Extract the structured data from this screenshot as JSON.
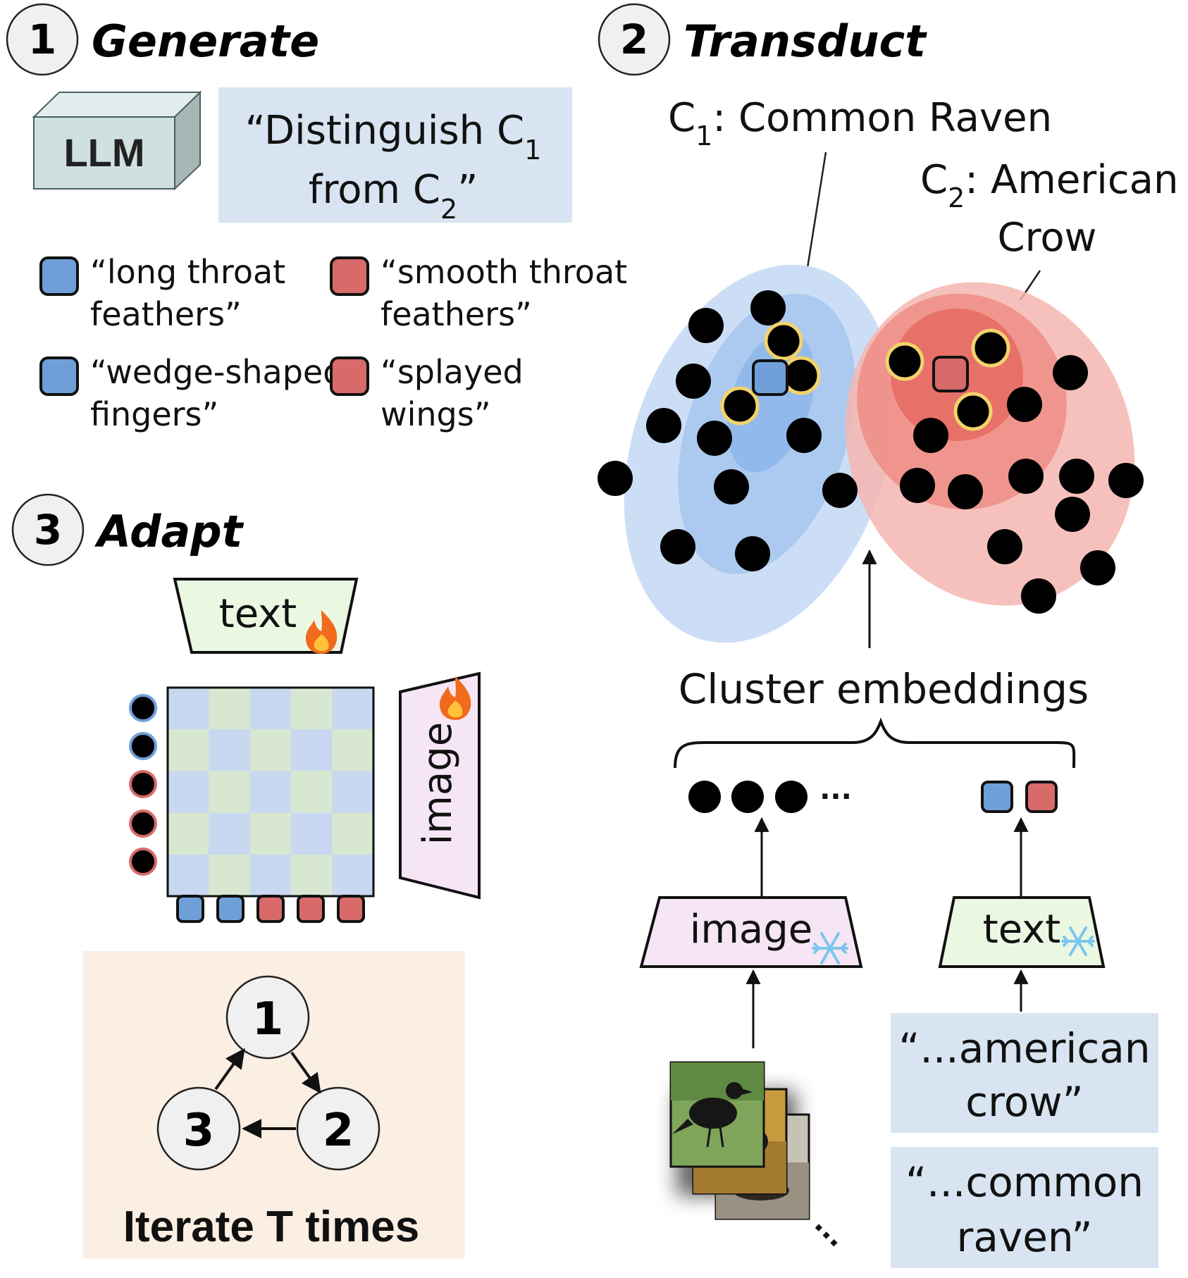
{
  "sections": {
    "generate": {
      "number": "1",
      "title": "Generate"
    },
    "transduct": {
      "number": "2",
      "title": "Transduct"
    },
    "adapt": {
      "number": "3",
      "title": "Adapt"
    }
  },
  "llm": {
    "label": "LLM"
  },
  "prompt": {
    "line1": "“Distinguish C",
    "line1_sub": "1",
    "line2": "from C",
    "line2_sub": "2",
    "line2_end": "”"
  },
  "attributes": [
    {
      "class": "c1",
      "line1": "“long throat",
      "line2": "feathers”"
    },
    {
      "class": "c2",
      "line1": "“smooth throat",
      "line2": "feathers”"
    },
    {
      "class": "c1",
      "line1": "“wedge-shaped",
      "line2": "fingers”"
    },
    {
      "class": "c2",
      "line1": "“splayed",
      "line2": "wings”"
    }
  ],
  "class_labels": {
    "c1": {
      "prefix": "C",
      "sub": "1",
      "text": ": Common Raven"
    },
    "c2": {
      "prefix": "C",
      "sub": "2",
      "text": ": American",
      "text2": "Crow"
    }
  },
  "cluster_embeddings": {
    "label": "Cluster embeddings",
    "ellipsis": "..."
  },
  "encoders": {
    "image": {
      "label": "image",
      "state": "frozen",
      "icon": "snowflake-icon"
    },
    "text": {
      "label": "text",
      "state": "frozen",
      "icon": "snowflake-icon"
    },
    "adapt_text": {
      "label": "text",
      "state": "trainable",
      "icon": "fire-icon"
    },
    "adapt_image": {
      "label": "image",
      "state": "trainable",
      "icon": "fire-icon"
    }
  },
  "text_prompts": [
    {
      "line1": "“...american",
      "line2": "crow”"
    },
    {
      "line1": "“...common",
      "line2": "raven”"
    }
  ],
  "iterate": {
    "label": "Iterate T times",
    "nodes": [
      "1",
      "2",
      "3"
    ]
  },
  "colors": {
    "c1_fill": "#6f9fd8",
    "c2_fill": "#d86a6a",
    "c1_cluster": "#c9dcf4",
    "c2_cluster": "#f4b6b0",
    "prompt_box": "#d8e4f1",
    "iterate_box": "#fbeee2",
    "text_encoder": "#eaf8e2",
    "image_encoder": "#f6e6f5",
    "highlight_ring": "#f2d36b"
  }
}
